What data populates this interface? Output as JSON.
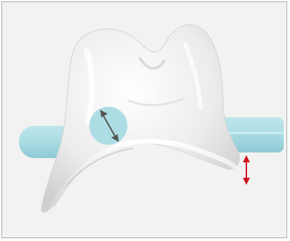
{
  "figure": {
    "subject": "crown-tooth-3d-model",
    "background_color": "#f2f2f2",
    "border_color": "#a9a9a9",
    "tooth_color": "#ececec",
    "tooth_highlight_color": "#ffffff",
    "tooth_shadow_color": "#c8c8c8",
    "connector_color": "#a9dbe3",
    "connector_dark_color": "#8fcad5",
    "thickness_arrow_color": "#555555",
    "gap_arrow_color": "#d0101c",
    "icons": [
      "double-headed-arrow",
      "double-headed-arrow"
    ]
  }
}
